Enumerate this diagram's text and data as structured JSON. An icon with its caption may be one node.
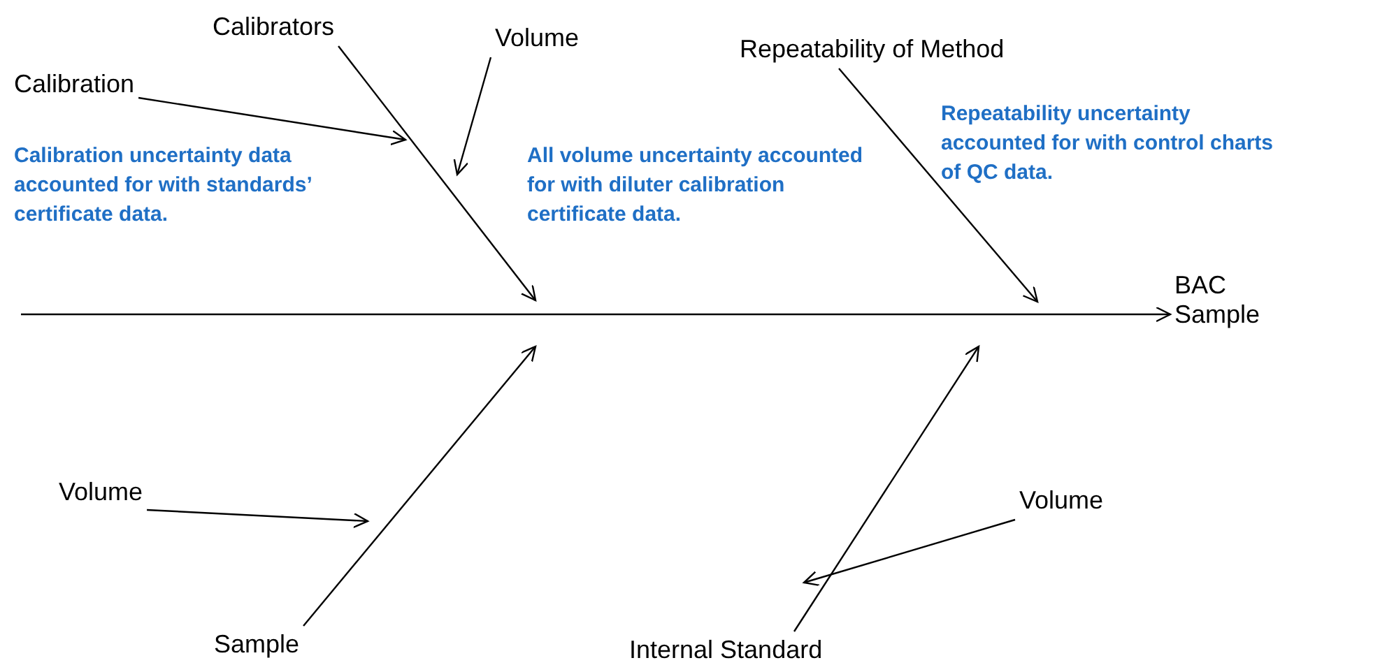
{
  "diagram": {
    "nodes": [
      {
        "text": [
          "Calibrators"
        ]
      },
      {
        "text": [
          "Volume"
        ]
      },
      {
        "text": [
          "Repeatability of Method"
        ]
      },
      {
        "text": [
          "Calibration"
        ]
      },
      {
        "text": [
          "BAC Sample"
        ]
      },
      {
        "text": [
          "Volume"
        ]
      },
      {
        "text": [
          "Volume"
        ]
      },
      {
        "text": [
          "Sample"
        ]
      },
      {
        "text": [
          "Internal Standard"
        ]
      }
    ],
    "edges": [
      {
        "from": null,
        "to": 4,
        "arrow": "to"
      },
      {
        "from": 0,
        "to": null,
        "arrow": "to"
      },
      {
        "from": 3,
        "to": null,
        "arrow": "to"
      },
      {
        "from": 1,
        "to": null,
        "arrow": "to"
      },
      {
        "from": 2,
        "to": null,
        "arrow": "to"
      },
      {
        "from": 7,
        "to": null,
        "arrow": "to"
      },
      {
        "from": 5,
        "to": null,
        "arrow": "to"
      },
      {
        "from": 8,
        "to": null,
        "arrow": "to"
      },
      {
        "from": 6,
        "to": null,
        "arrow": "to"
      }
    ],
    "labels": [
      "Calibration uncertainty data accounted for with standards’ certificate data.",
      "All volume uncertainty accounted for with diluter calibration certificate data.",
      "Repeatability uncertainty accounted for with control charts of QC data."
    ]
  }
}
